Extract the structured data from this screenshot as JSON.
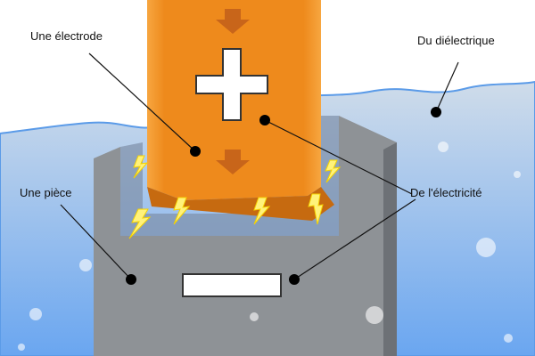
{
  "labels": {
    "electrode": "Une électrode",
    "dielectric": "Du diélectrique",
    "workpiece": "Une pièce",
    "electricity": "De l'électricité"
  },
  "symbols": {
    "electrode_polarity": "+",
    "workpiece_polarity": "−"
  },
  "colors": {
    "electrode": "#f08a1e",
    "workpiece": "#8e9296",
    "dielectric": "#a9c8ea",
    "spark": "#fff27a"
  }
}
